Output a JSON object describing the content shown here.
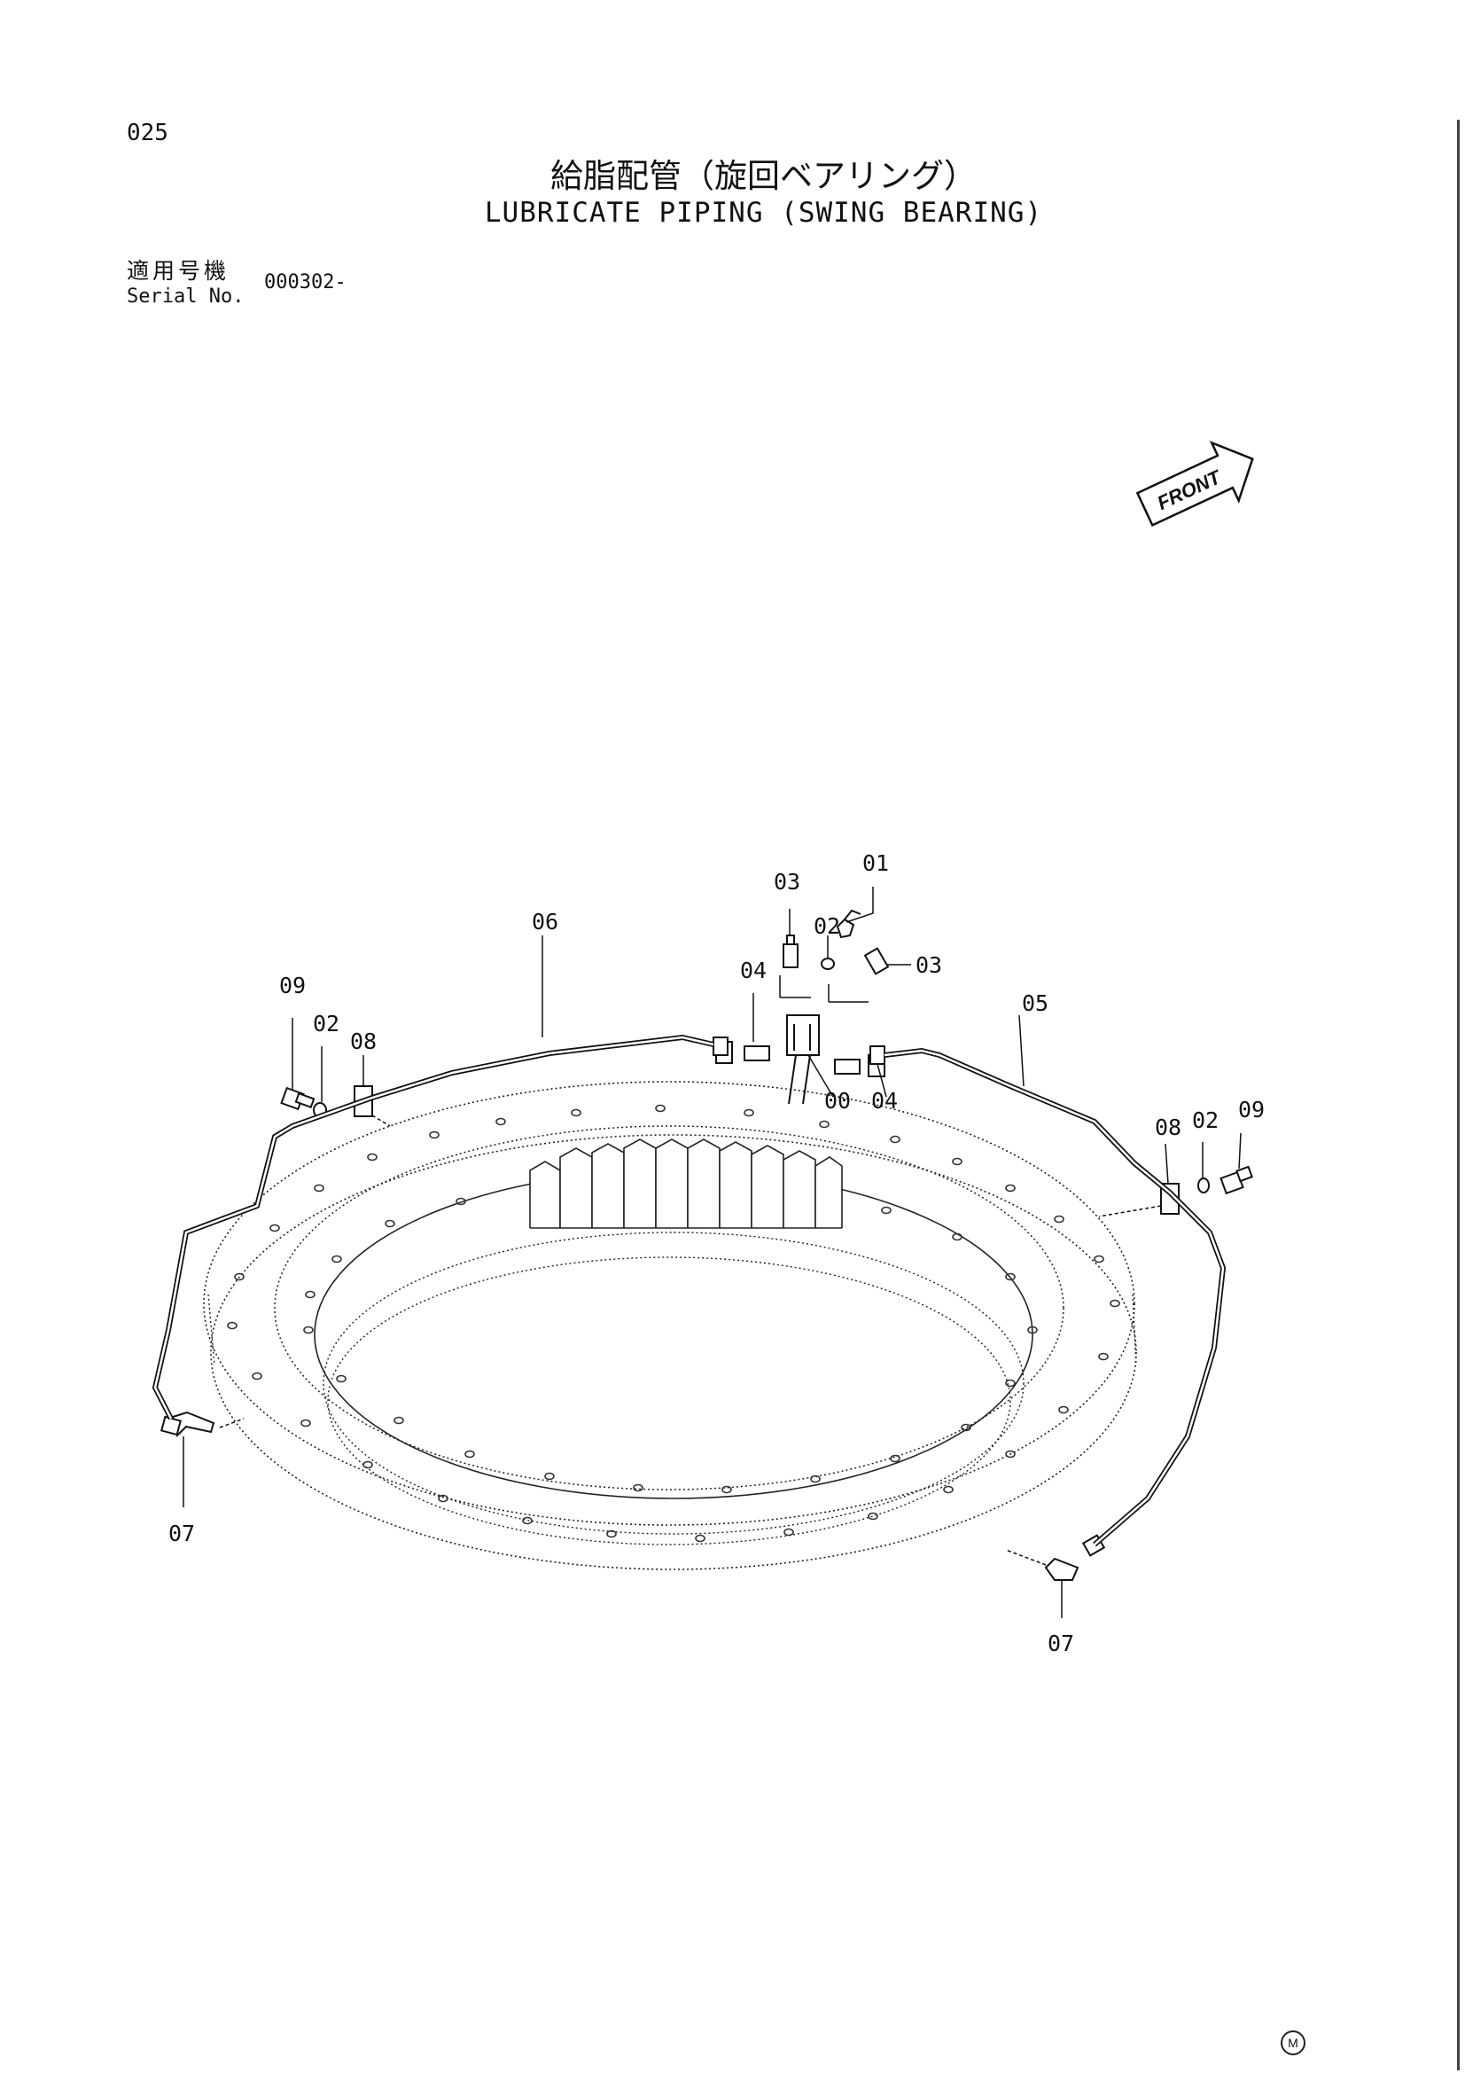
{
  "header": {
    "page_number": "025",
    "title_jp": "給脂配管（旋回ベアリング）",
    "title_en": "LUBRICATE PIPING (SWING BEARING)"
  },
  "serial": {
    "label_jp": "適用号機",
    "label_en": "Serial No.",
    "value": "000302-"
  },
  "front_marker": "FRONT",
  "callouts": {
    "c00": "00",
    "c01": "01",
    "c02_top": "02",
    "c02_left": "02",
    "c02_right": "02",
    "c03_left": "03",
    "c03_right": "03",
    "c04_top": "04",
    "c04_bottom": "04",
    "c05": "05",
    "c06": "06",
    "c07_left": "07",
    "c07_right": "07",
    "c08_left": "08",
    "c08_right": "08",
    "c09_left": "09",
    "c09_right": "09"
  },
  "corner_mark": "M"
}
